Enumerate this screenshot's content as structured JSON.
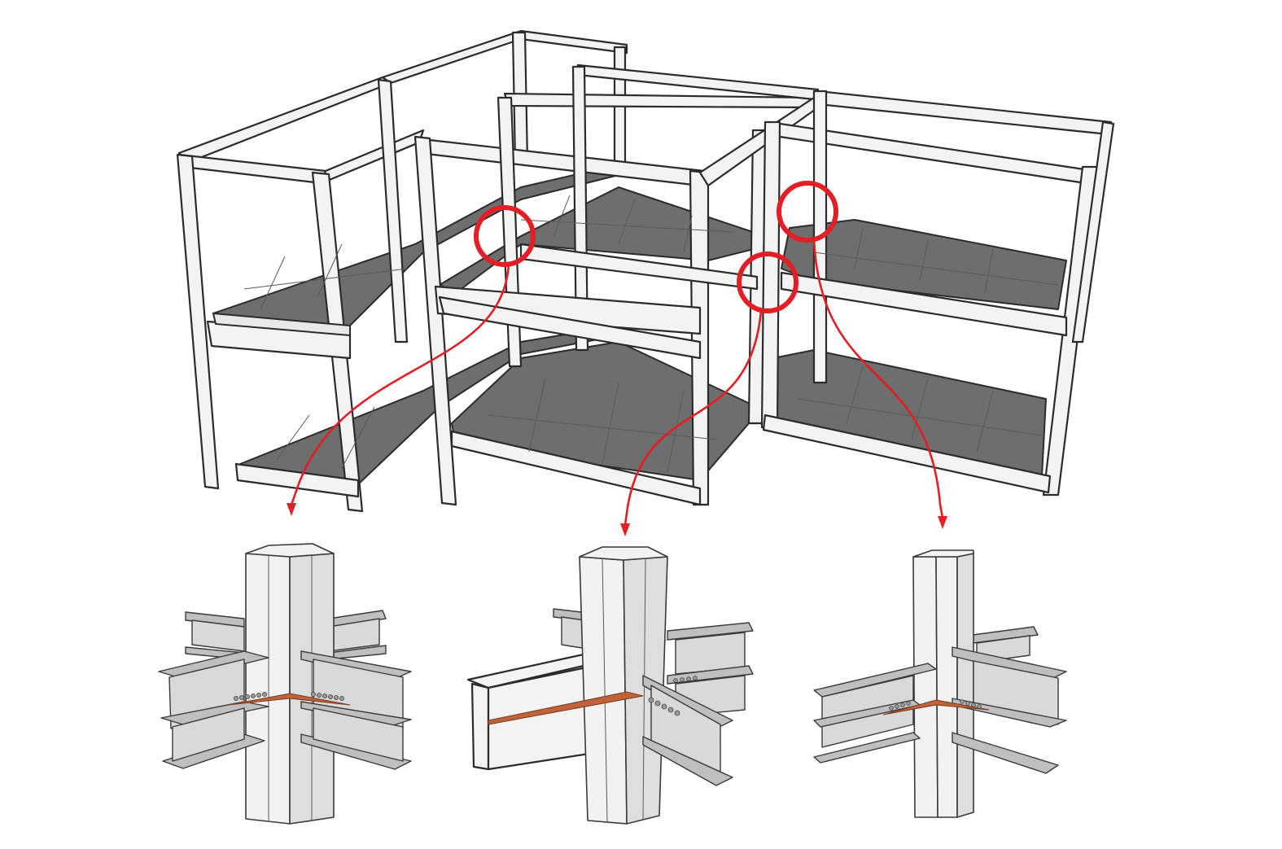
{
  "diagram": {
    "description_elements": {
      "overview": "modular-steel-building-frame",
      "callouts": [
        "joint-callout-left",
        "joint-callout-middle",
        "joint-callout-right"
      ],
      "details": [
        "four-module-corner-joint",
        "three-module-joint",
        "two-module-joint"
      ]
    },
    "colors": {
      "callout": "#e31e24",
      "slab": "#6e6e6e",
      "frame": "#f3f3f3",
      "weld": "#c0623a",
      "outline": "#2b2b2b"
    }
  }
}
